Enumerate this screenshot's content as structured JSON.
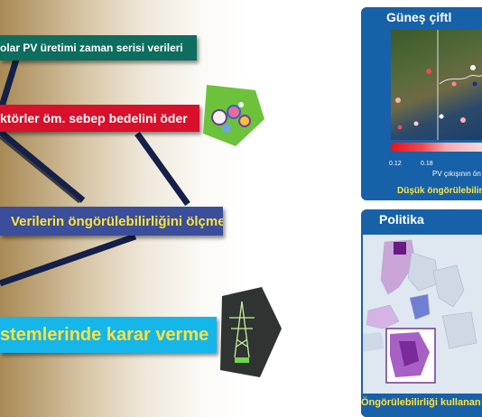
{
  "banners": {
    "b1": "olar PV üretimi zaman serisi verileri",
    "b2": "ktörler öm. sebep bedelini öder",
    "b3": "Verilerin öngörülebilirliğini ölçmek",
    "b4": "stemlerinde karar verme"
  },
  "panel_top": {
    "title": "Güneş çiftl",
    "ticks": [
      "0.12",
      "0.18"
    ],
    "caption": "PV çıkışının ön",
    "footer": "Düşük öngörülebilirlik"
  },
  "panel_bottom": {
    "title": "Politika",
    "footer": "Öngörülebilirliği kullanan"
  },
  "colors": {
    "teal": "#0d6d5f",
    "red": "#d8102b",
    "navy": "#3a4e9b",
    "cyan": "#15b6ea",
    "panel_blue": "#1761a8",
    "yellow": "#ffe23b"
  }
}
